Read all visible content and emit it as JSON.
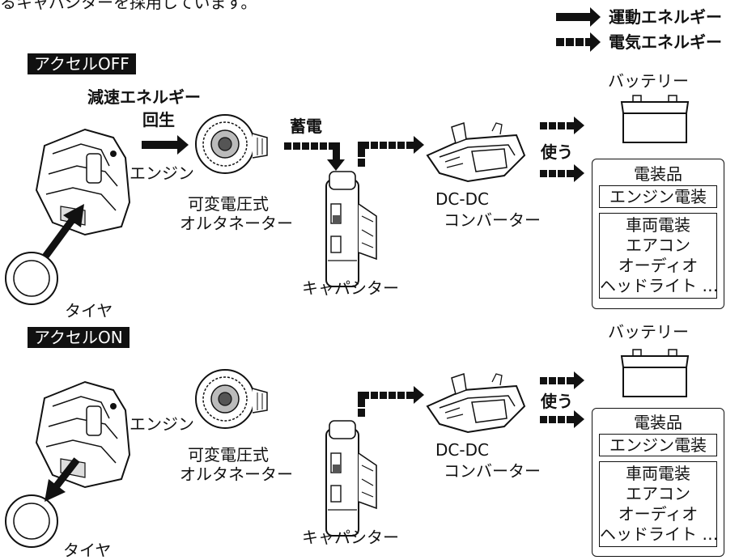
{
  "top_text": "るキャパシターを採用しています。",
  "legend": {
    "kinetic": "運動エネルギー",
    "electric": "電気エネルギー"
  },
  "sections": [
    {
      "title": "アクセルOFF",
      "regen_label_1": "減速エネルギー",
      "regen_label_2": "回生",
      "charge_label": "蓄電",
      "use_label": "使う",
      "engine": "エンジン",
      "tire": "タイヤ",
      "alternator": [
        "可変電圧式",
        "オルタネーター"
      ],
      "capacitor": "キャパシター",
      "dcdc": [
        "DC-DC",
        "コンバーター"
      ],
      "battery": "バッテリー",
      "electrical": {
        "title": "電装品",
        "engine_item": "エンジン電装",
        "vehicle_items": [
          "車両電装",
          "エアコン",
          "オーディオ",
          "ヘッドライト …"
        ]
      }
    },
    {
      "title": "アクセルON",
      "use_label": "使う",
      "engine": "エンジン",
      "tire": "タイヤ",
      "alternator": [
        "可変電圧式",
        "オルタネーター"
      ],
      "capacitor": "キャパシター",
      "dcdc": [
        "DC-DC",
        "コンバーター"
      ],
      "battery": "バッテリー",
      "electrical": {
        "title": "電装品",
        "engine_item": "エンジン電装",
        "vehicle_items": [
          "車両電装",
          "エアコン",
          "オーディオ",
          "ヘッドライト …"
        ]
      }
    }
  ]
}
